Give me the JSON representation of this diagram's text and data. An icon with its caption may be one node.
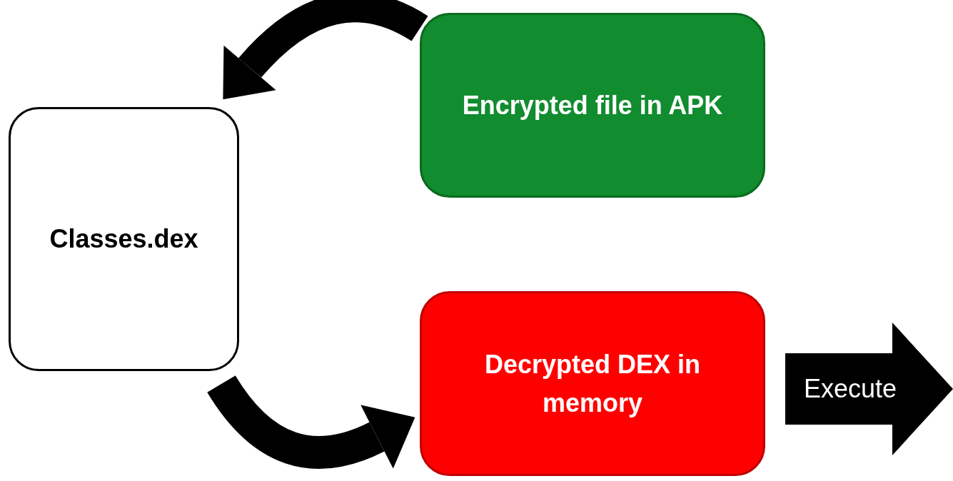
{
  "diagram": {
    "nodes": [
      {
        "text": [
          "Classes.dex"
        ]
      },
      {
        "text": [
          "Encrypted file in APK"
        ]
      },
      {
        "text": [
          "Decrypted DEX in memory"
        ]
      },
      {
        "text": [
          "Execute"
        ]
      }
    ],
    "edges": [
      {
        "from": 1,
        "to": 0,
        "arrow": "to"
      },
      {
        "from": 0,
        "to": 2,
        "arrow": "to"
      }
    ]
  }
}
